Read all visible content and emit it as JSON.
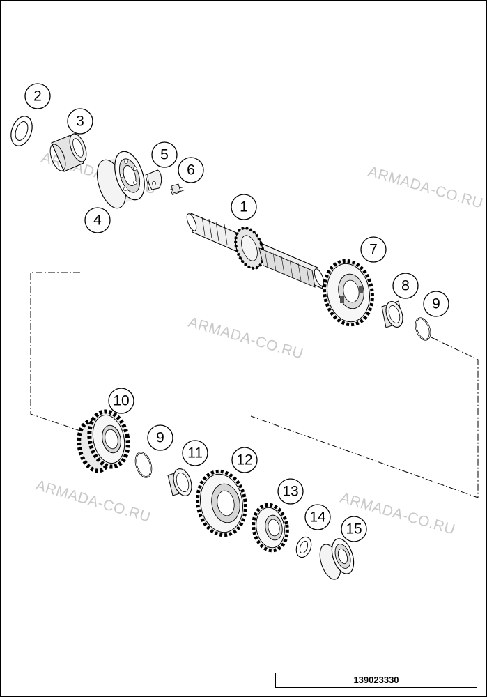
{
  "diagram": {
    "parts": [
      {
        "num": "1",
        "name": "main-shaft"
      },
      {
        "num": "2",
        "name": "thrust-washer"
      },
      {
        "num": "3",
        "name": "needle-bushing"
      },
      {
        "num": "4",
        "name": "ball-bearing"
      },
      {
        "num": "5",
        "name": "locking-plate"
      },
      {
        "num": "6",
        "name": "screw"
      },
      {
        "num": "7",
        "name": "gear"
      },
      {
        "num": "8",
        "name": "needle-bearing"
      },
      {
        "num": "9",
        "name": "lock-ring"
      },
      {
        "num": "10",
        "name": "double-gear"
      },
      {
        "num": "9",
        "name": "lock-ring"
      },
      {
        "num": "11",
        "name": "needle-bearing"
      },
      {
        "num": "12",
        "name": "gear"
      },
      {
        "num": "13",
        "name": "gear"
      },
      {
        "num": "14",
        "name": "washer"
      },
      {
        "num": "15",
        "name": "ball-bearing"
      }
    ],
    "watermark": "ARMADA-CO.RU",
    "drawing_number": "139023330"
  }
}
